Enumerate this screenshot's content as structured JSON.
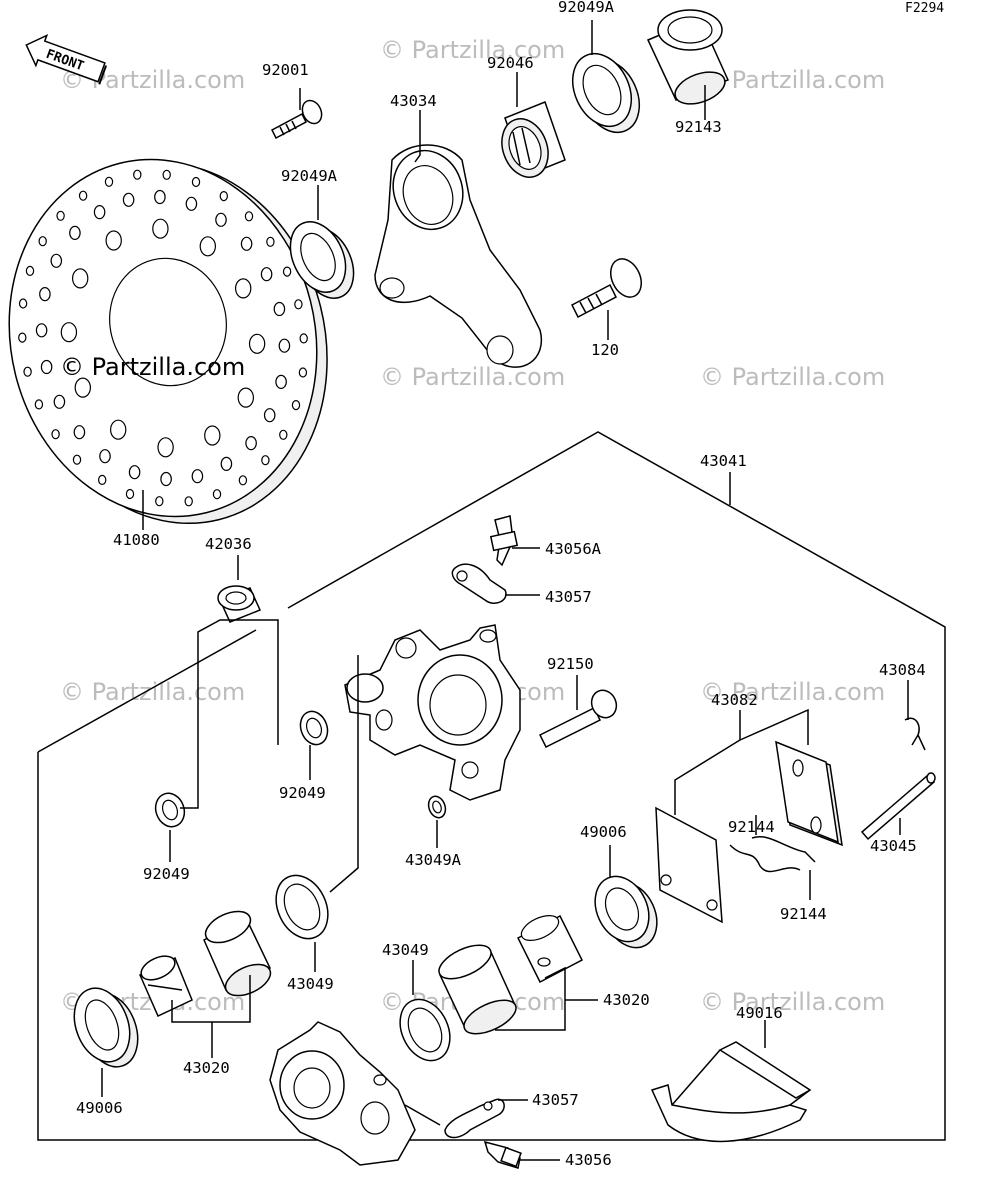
{
  "diagram_code": "F2294",
  "front_label": "FRONT",
  "watermark_main": "© Partzilla.com",
  "watermark": "© Partzilla.com",
  "labels": {
    "p92001": "92001",
    "p92049A_top": "92049A",
    "p92046": "92046",
    "p92143": "92143",
    "p43034": "43034",
    "p92049A_mid": "92049A",
    "p120": "120",
    "p41080": "41080",
    "p43041": "43041",
    "p42036": "42036",
    "p43056A": "43056A",
    "p43057_top": "43057",
    "p92150": "92150",
    "p43084": "43084",
    "p43082": "43082",
    "p92049_mid": "92049",
    "p92049_low": "92049",
    "p43049A": "43049A",
    "p92144_a": "92144",
    "p49006_right": "49006",
    "p43045": "43045",
    "p92144_b": "92144",
    "p43049_left": "43049",
    "p43049_right": "43049",
    "p43020_right": "43020",
    "p49016": "49016",
    "p43020_left": "43020",
    "p49006_left": "49006",
    "p43057_bot": "43057",
    "p43056": "43056"
  }
}
